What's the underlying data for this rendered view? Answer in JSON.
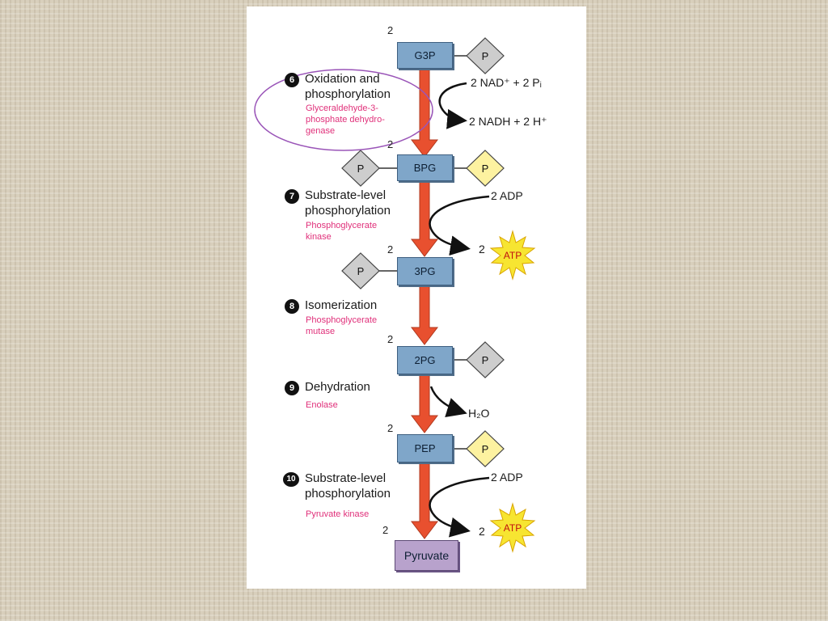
{
  "diagram": {
    "colors": {
      "arrow": "#e8502f",
      "box": "#7fa6c9",
      "pyruvate_box": "#b8a2cc",
      "phosphate_gray": "#cdcdcd",
      "phosphate_yellow": "#fdf2a0",
      "atp_burst": "#f7e531",
      "enzyme_text": "#e0307a",
      "highlight_ellipse": "#9a55b8"
    },
    "metabolites": [
      {
        "name": "G3P",
        "count": "2"
      },
      {
        "name": "BPG",
        "count": "2"
      },
      {
        "name": "3PG",
        "count": "2"
      },
      {
        "name": "2PG",
        "count": "2"
      },
      {
        "name": "PEP",
        "count": "2"
      },
      {
        "name": "Pyruvate",
        "count": "2"
      }
    ],
    "phosphate_label": "P",
    "steps": [
      {
        "number": "6",
        "title_line1": "Oxidation and",
        "title_line2": "phosphorylation",
        "enzyme_line1": "Glyceraldehyde-3-",
        "enzyme_line2": "phosphate dehydro-",
        "enzyme_line3": "genase"
      },
      {
        "number": "7",
        "title_line1": "Substrate-level",
        "title_line2": "phosphorylation",
        "enzyme_line1": "Phosphoglycerate",
        "enzyme_line2": "kinase"
      },
      {
        "number": "8",
        "title_line1": "Isomerization",
        "enzyme_line1": "Phosphoglycerate",
        "enzyme_line2": "mutase"
      },
      {
        "number": "9",
        "title_line1": "Dehydration",
        "enzyme_line1": "Enolase"
      },
      {
        "number": "10",
        "title_line1": "Substrate-level",
        "title_line2": "phosphorylation",
        "enzyme_line1": "Pyruvate kinase"
      }
    ],
    "side_inputs": {
      "nad": "2 NAD⁺ + 2 Pᵢ",
      "nadh": "2 NADH + 2 H⁺",
      "adp1": "2 ADP",
      "atp1_count": "2",
      "atp1": "ATP",
      "h2o": "H₂O",
      "adp2": "2 ADP",
      "atp2_count": "2",
      "atp2": "ATP"
    }
  }
}
